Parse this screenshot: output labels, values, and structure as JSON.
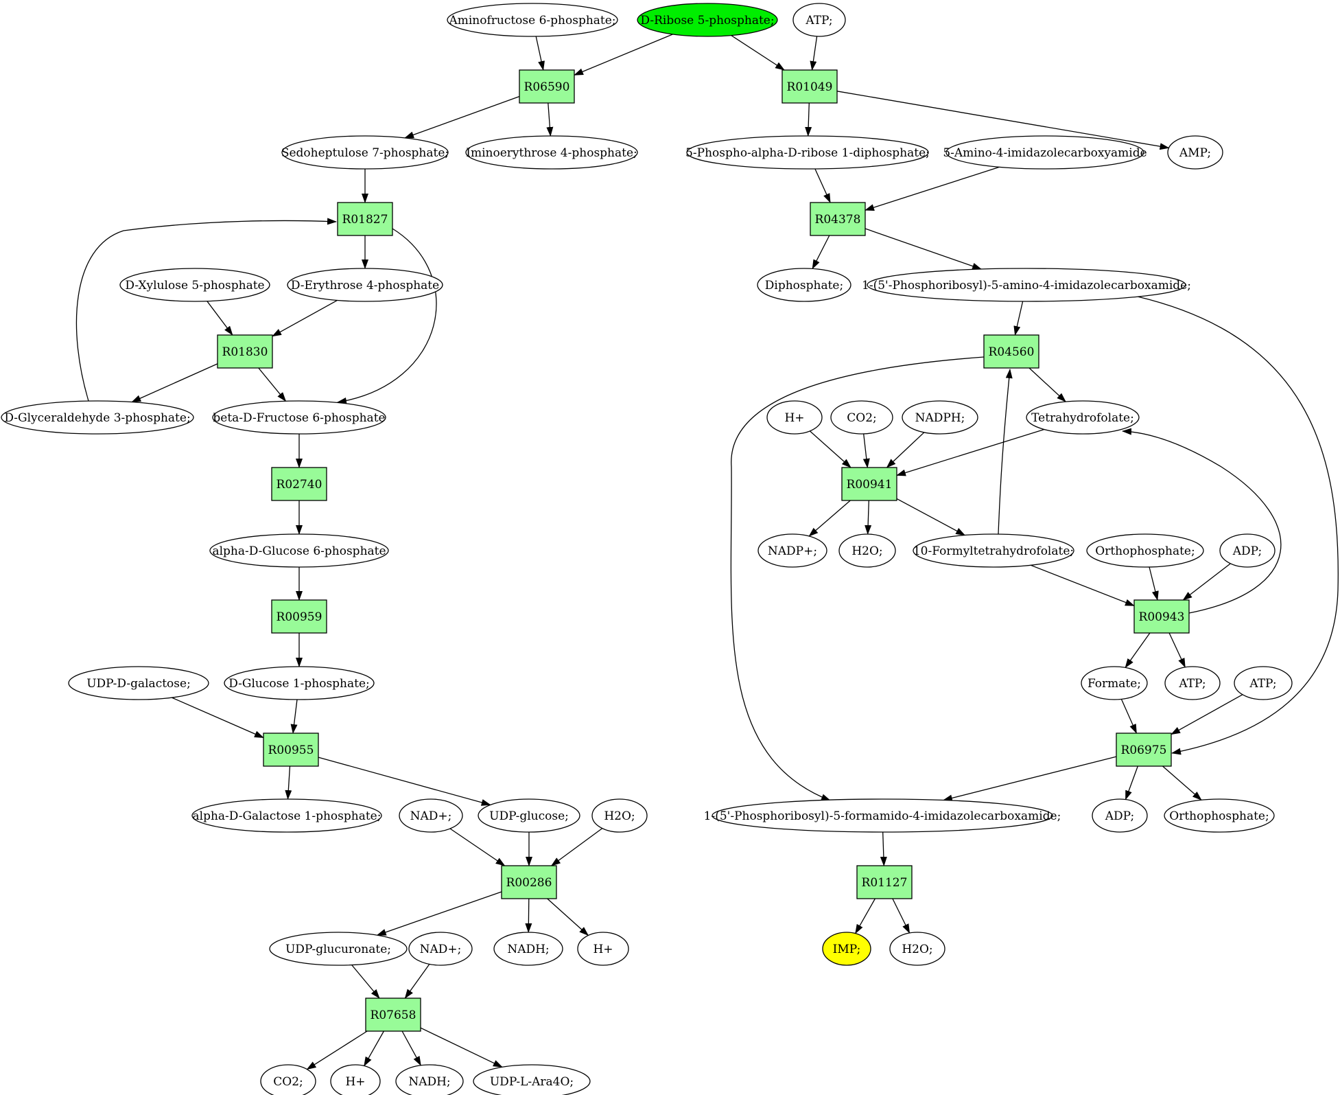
{
  "colors": {
    "reaction_fill": "#98fb98",
    "source_fill": "#00ee00",
    "target_fill": "#ffff00",
    "default_fill": "#ffffff"
  },
  "metabolites": {
    "m1": "Aminofructose 6-phosphate;",
    "m2": "D-Ribose 5-phosphate;",
    "m3": "ATP;",
    "m4": "Sedoheptulose 7-phosphate;",
    "m5": "Iminoerythrose 4-phosphate;",
    "m6": "5-Phospho-alpha-D-ribose 1-diphosphate;",
    "m7": "5-Amino-4-imidazolecarboxyamide",
    "m8": "AMP;",
    "m9": "D-Xylulose 5-phosphate",
    "m10": "D-Erythrose 4-phosphate",
    "m11": "Diphosphate;",
    "m12": "1-(5'-Phosphoribosyl)-5-amino-4-imidazolecarboxamide;",
    "m13": "D-Glyceraldehyde 3-phosphate;",
    "m14": "beta-D-Fructose 6-phosphate",
    "m15": "H+",
    "m16": "CO2;",
    "m17": "NADPH;",
    "m18": "Tetrahydrofolate;",
    "m19": "alpha-D-Glucose 6-phosphate",
    "m20": "NADP+;",
    "m21": "H2O;",
    "m22": "10-Formyltetrahydrofolate;",
    "m23": "Orthophosphate;",
    "m24": "ADP;",
    "m25": "UDP-D-galactose;",
    "m26": "D-Glucose 1-phosphate;",
    "m27": "Formate;",
    "m28": "ATP;",
    "m29": "ATP;",
    "m30": "alpha-D-Galactose 1-phosphate;",
    "m31": "NAD+;",
    "m32": "UDP-glucose;",
    "m33": "H2O;",
    "m34": "1-(5'-Phosphoribosyl)-5-formamido-4-imidazolecarboxamide;",
    "m35": "ADP;",
    "m36": "Orthophosphate;",
    "m37": "UDP-glucuronate;",
    "m38": "NAD+;",
    "m39": "NADH;",
    "m40": "H+",
    "m41": "IMP;",
    "m42": "H2O;",
    "m43": "CO2;",
    "m44": "H+",
    "m45": "NADH;",
    "m46": "UDP-L-Ara4O;"
  },
  "reactions": {
    "R06590": "R06590",
    "R01049": "R01049",
    "R01827": "R01827",
    "R04378": "R04378",
    "R01830": "R01830",
    "R04560": "R04560",
    "R02740": "R02740",
    "R00941": "R00941",
    "R00959": "R00959",
    "R00943": "R00943",
    "R00955": "R00955",
    "R06975": "R06975",
    "R00286": "R00286",
    "R01127": "R01127",
    "R07658": "R07658"
  },
  "highlight": {
    "source": "m2",
    "target": "m41"
  },
  "edges": [
    [
      "m1",
      "R06590"
    ],
    [
      "m2",
      "R06590"
    ],
    [
      "m2",
      "R01049"
    ],
    [
      "m3",
      "R01049"
    ],
    [
      "R06590",
      "m4"
    ],
    [
      "R06590",
      "m5"
    ],
    [
      "R01049",
      "m6"
    ],
    [
      "R01049",
      "m8"
    ],
    [
      "m4",
      "R01827"
    ],
    [
      "R01827",
      "m10"
    ],
    [
      "R01827",
      "m14"
    ],
    [
      "m13",
      "R01827"
    ],
    [
      "m6",
      "R04378"
    ],
    [
      "m7",
      "R04378"
    ],
    [
      "R04378",
      "m11"
    ],
    [
      "R04378",
      "m12"
    ],
    [
      "m9",
      "R01830"
    ],
    [
      "m10",
      "R01830"
    ],
    [
      "R01830",
      "m13"
    ],
    [
      "R01830",
      "m14"
    ],
    [
      "m12",
      "R04560"
    ],
    [
      "m22",
      "R04560"
    ],
    [
      "R04560",
      "m18"
    ],
    [
      "R04560",
      "m34"
    ],
    [
      "m12",
      "R06975"
    ],
    [
      "m14",
      "R02740"
    ],
    [
      "R02740",
      "m19"
    ],
    [
      "m15",
      "R00941"
    ],
    [
      "m16",
      "R00941"
    ],
    [
      "m17",
      "R00941"
    ],
    [
      "m18",
      "R00941"
    ],
    [
      "R00941",
      "m20"
    ],
    [
      "R00941",
      "m21"
    ],
    [
      "R00941",
      "m22"
    ],
    [
      "m19",
      "R00959"
    ],
    [
      "R00959",
      "m26"
    ],
    [
      "m22",
      "R00943"
    ],
    [
      "m23",
      "R00943"
    ],
    [
      "m24",
      "R00943"
    ],
    [
      "R00943",
      "m18"
    ],
    [
      "R00943",
      "m27"
    ],
    [
      "R00943",
      "m28"
    ],
    [
      "m25",
      "R00955"
    ],
    [
      "m26",
      "R00955"
    ],
    [
      "R00955",
      "m30"
    ],
    [
      "R00955",
      "m32"
    ],
    [
      "m27",
      "R06975"
    ],
    [
      "m29",
      "R06975"
    ],
    [
      "R06975",
      "m34"
    ],
    [
      "R06975",
      "m35"
    ],
    [
      "R06975",
      "m36"
    ],
    [
      "m31",
      "R00286"
    ],
    [
      "m32",
      "R00286"
    ],
    [
      "m33",
      "R00286"
    ],
    [
      "R00286",
      "m37"
    ],
    [
      "R00286",
      "m39"
    ],
    [
      "R00286",
      "m40"
    ],
    [
      "m34",
      "R01127"
    ],
    [
      "R01127",
      "m41"
    ],
    [
      "R01127",
      "m42"
    ],
    [
      "m37",
      "R07658"
    ],
    [
      "m38",
      "R07658"
    ],
    [
      "R07658",
      "m43"
    ],
    [
      "R07658",
      "m44"
    ],
    [
      "R07658",
      "m45"
    ],
    [
      "R07658",
      "m46"
    ]
  ]
}
